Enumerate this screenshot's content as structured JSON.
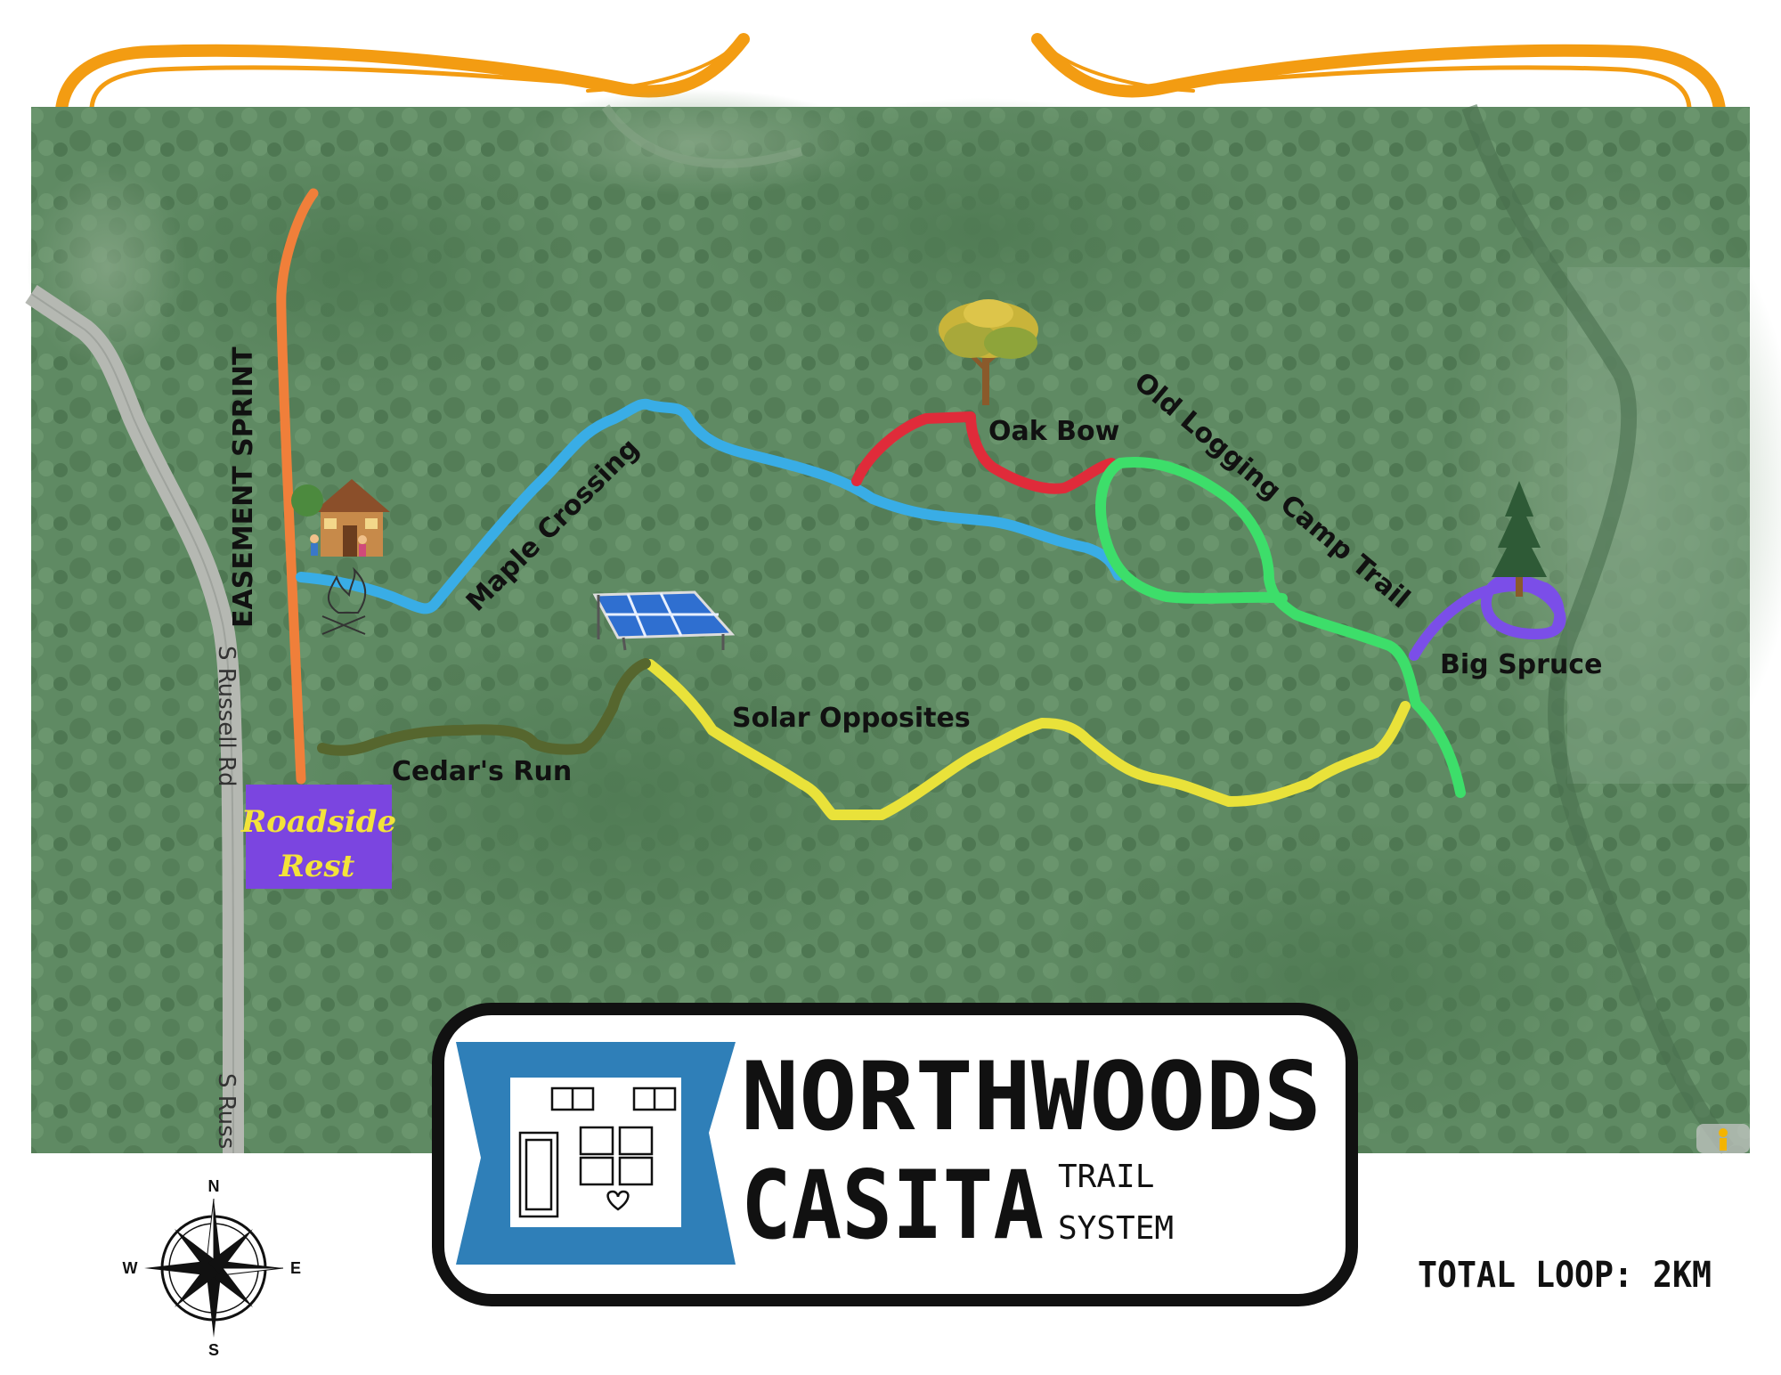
{
  "map": {
    "roads": [
      {
        "id": "road-upper",
        "label": "S Russell Rd"
      },
      {
        "id": "road-lower",
        "label": "S Russ"
      }
    ]
  },
  "trails": [
    {
      "id": "easement-sprint",
      "name": "EASEMENT SPRINT",
      "color": "#f07f3a"
    },
    {
      "id": "maple-crossing",
      "name": "Maple Crossing",
      "color": "#39ade6"
    },
    {
      "id": "oak-bow",
      "name": "Oak Bow",
      "color": "#e02b3a"
    },
    {
      "id": "old-logging-camp-trail",
      "name": "Old Logging Camp Trail",
      "color": "#3dde6a"
    },
    {
      "id": "big-spruce",
      "name": "Big Spruce",
      "color": "#7b4ee8"
    },
    {
      "id": "solar-opposites",
      "name": "Solar Opposites",
      "color": "#e9e23a"
    },
    {
      "id": "cedars-run",
      "name": "Cedar's Run",
      "color": "#56662e"
    }
  ],
  "poi": {
    "roadside_rest": {
      "line1": "Roadside",
      "line2": "Rest",
      "bg_color": "#7b45e0",
      "text_color": "#f3e33a"
    }
  },
  "icons": [
    "oak-tree-icon",
    "spruce-tree-icon",
    "cabin-icon",
    "campfire-icon",
    "solar-panel-icon"
  ],
  "compass": {
    "n": "N",
    "s": "S",
    "e": "E",
    "w": "W"
  },
  "title": {
    "line1": "NORTHWOODS",
    "line2": "CASITA",
    "sub1": "TRAIL",
    "sub2": "SYSTEM"
  },
  "footer": {
    "total": "TOTAL LOOP: 2KM"
  },
  "colors": {
    "banner_blue": "#2f7fb8",
    "frame_orange": "#f39c12",
    "map_green": "#5e8a62"
  }
}
